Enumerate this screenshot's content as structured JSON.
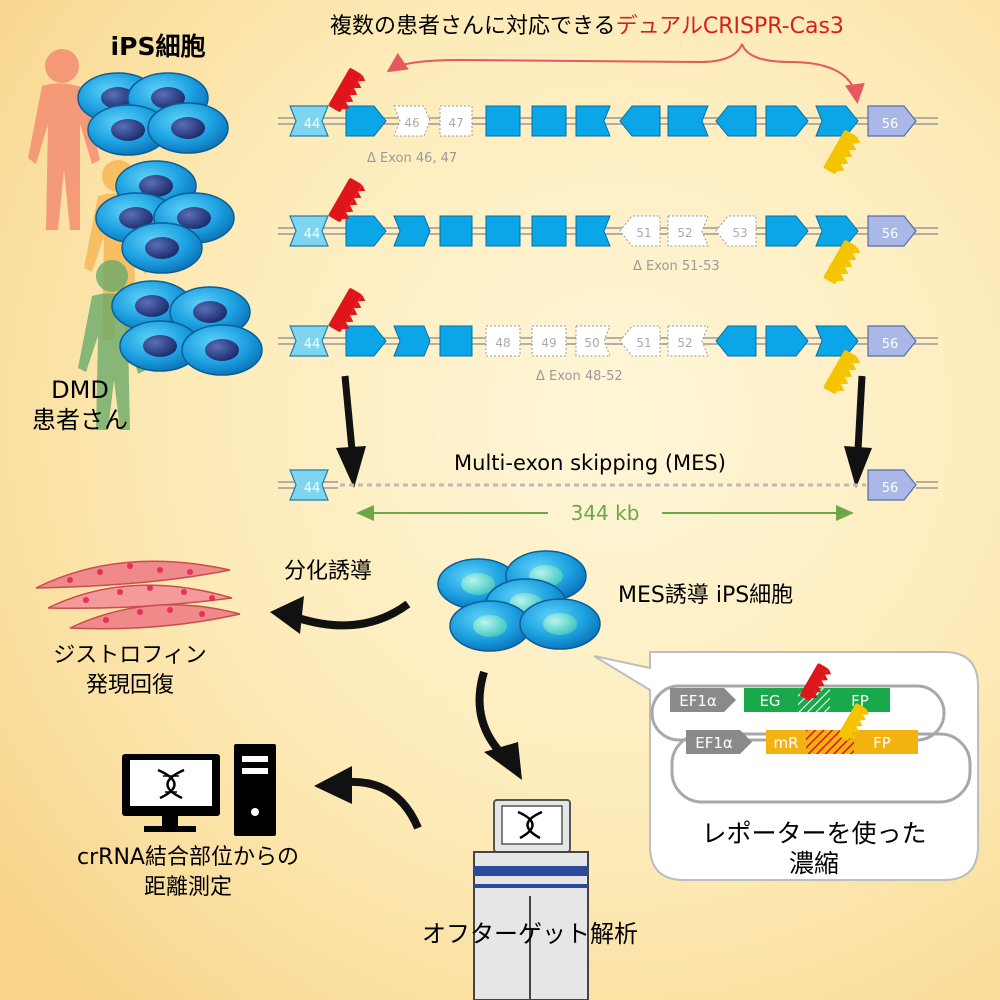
{
  "title": {
    "main": "複数の患者さんに対応できる",
    "highlight": "デュアルCRISPR-Cas3"
  },
  "labels": {
    "ips_cells": "iPS細胞",
    "patients_line1": "DMD",
    "patients_line2": "患者さん",
    "mes": "Multi-exon skipping (MES)",
    "distance": "344 kb",
    "mes_ips": "MES誘導 iPS細胞",
    "differentiation": "分化誘導",
    "dystrophin_line1": "ジストロフィン",
    "dystrophin_line2": "発現回復",
    "crrna_line1": "crRNA結合部位からの",
    "crrna_line2": "距離測定",
    "offtarget": "オフターゲット解析",
    "reporter_line1": "レポーターを使った",
    "reporter_line2": "濃縮"
  },
  "exons": {
    "start": "44",
    "end": "56",
    "row1_deleted": [
      "46",
      "47"
    ],
    "row2_deleted": [
      "51",
      "52",
      "53"
    ],
    "row3_deleted": [
      "48",
      "49",
      "50",
      "51",
      "52"
    ]
  },
  "deletions": {
    "row1": "Δ Exon 46, 47",
    "row2": "Δ Exon 51-53",
    "row3": "Δ Exon 48-52"
  },
  "reporter": {
    "promoter1": "EF1α",
    "promoter2": "EF1α",
    "egfp_left": "EG",
    "egfp_right": "FP",
    "mrfp_left": "mR",
    "mrfp_right": "FP"
  },
  "colors": {
    "exon": "#0aa6e8",
    "exon44": "#7fd4f0",
    "exon56": "#a9b8e6",
    "title_highlight": "#d91d1d",
    "arrow_red": "#e5595c",
    "distance_green": "#6ea64a",
    "cas_red": "#e0141b",
    "cas_yellow": "#f5c400",
    "egfp": "#19a84a",
    "mrfp": "#f2b311",
    "muscle": "#f08a8a"
  }
}
